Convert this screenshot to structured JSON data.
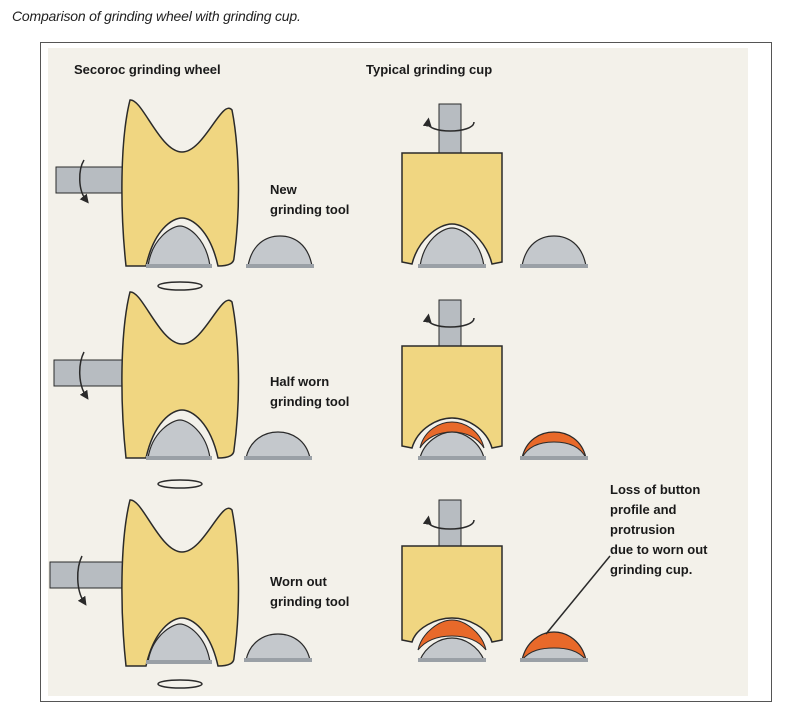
{
  "caption": "Comparison of grinding wheel with grinding cup.",
  "columns": {
    "left": "Secoroc grinding wheel",
    "right": "Typical grinding cup"
  },
  "rows": [
    {
      "label_line1": "New",
      "label_line2": "grinding tool"
    },
    {
      "label_line1": "Half worn",
      "label_line2": "grinding tool"
    },
    {
      "label_line1": "Worn out",
      "label_line2": "grinding tool"
    }
  ],
  "note": {
    "lines": [
      "Loss of  button",
      "profile and",
      "protrusion",
      "due to worn out",
      "grinding cup."
    ]
  },
  "colors": {
    "panel_bg": "#f3f1ea",
    "tool_yellow": "#f0d681",
    "button_grey": "#c4c8cc",
    "shaft_grey": "#b7bcc1",
    "wear_orange": "#e8692a",
    "outline": "#2a2a2a"
  }
}
